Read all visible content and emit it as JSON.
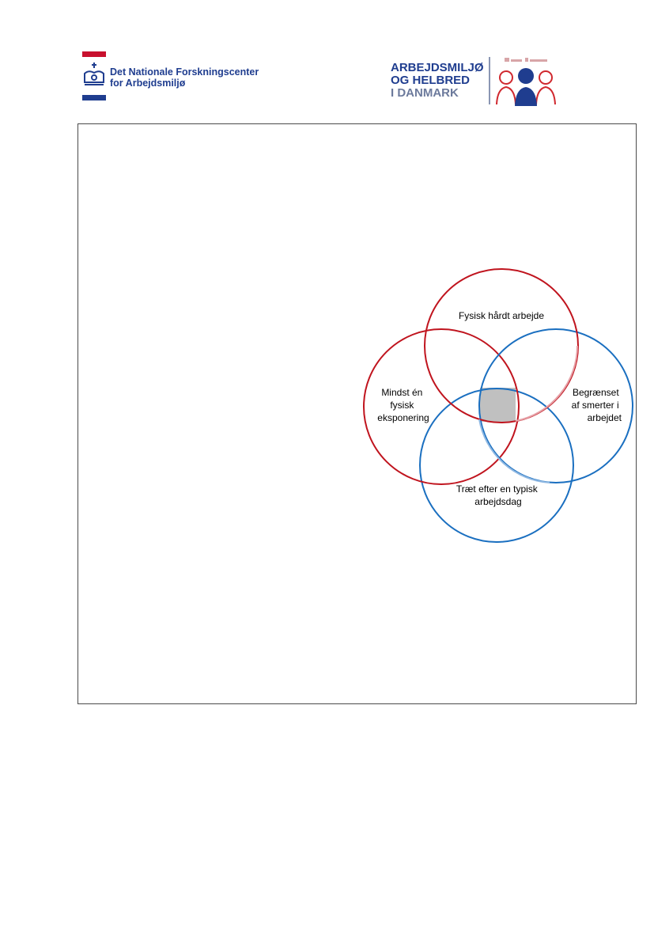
{
  "header": {
    "org_line1": "Det Nationale Forskningscenter",
    "org_line2": "for Arbejdsmiljø",
    "brand_line1": "ARBEJDSMILJØ",
    "brand_line2": "OG HELBRED",
    "brand_line3": "I DANMARK"
  },
  "venn": {
    "circle_top": [
      "Fysisk hårdt arbejde"
    ],
    "circle_left": [
      "Mindst én",
      "fysisk",
      "eksponering"
    ],
    "circle_right": [
      "Begrænset",
      "af smerter i",
      "arbejdet"
    ],
    "circle_bottom": [
      "Træt efter en typisk",
      "arbejdsdag"
    ]
  },
  "colors": {
    "red": "#c0141e",
    "blue": "#1a6fc0",
    "navy": "#1f3d8f",
    "intersection": "#c0c0c0"
  }
}
